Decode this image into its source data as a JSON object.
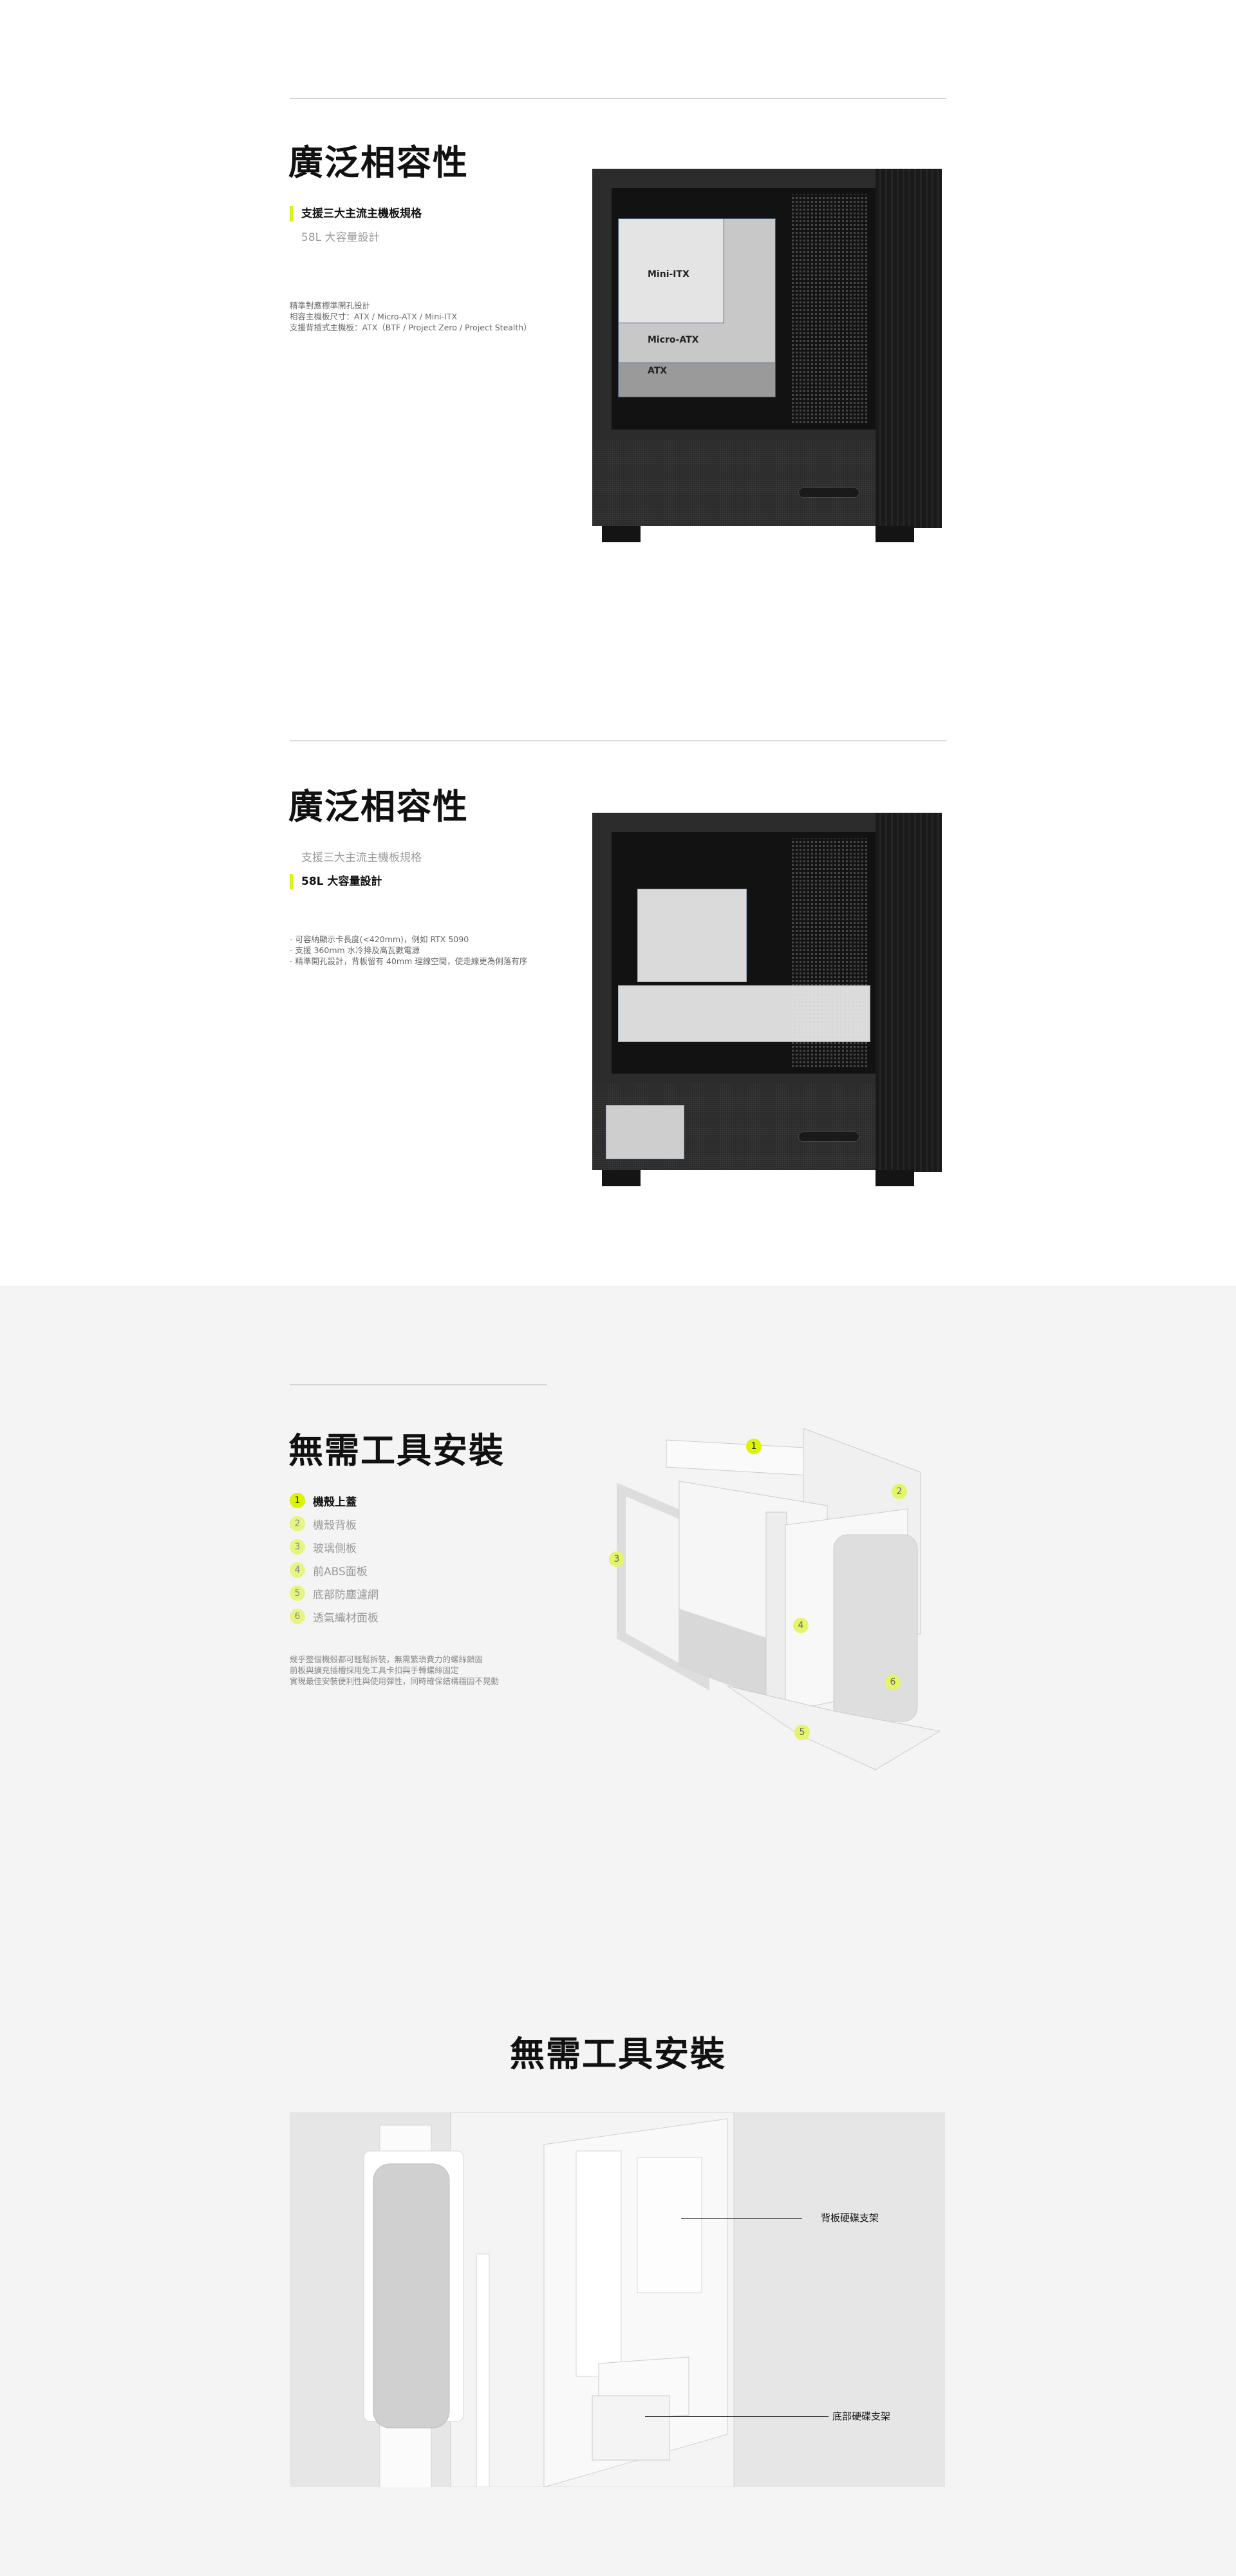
{
  "section1": {
    "title": "廣泛相容性",
    "tabs": [
      {
        "label": "支援三大主流主機板規格",
        "active": true
      },
      {
        "label": "58L 大容量設計",
        "active": false
      }
    ],
    "body": [
      "精準對應標準開孔設計",
      "相容主機板尺寸：ATX / Micro-ATX / Mini-ITX",
      "支援背插式主機板：ATX（BTF / Project Zero / Project Stealth）"
    ],
    "board_labels": [
      "Mini-ITX",
      "Micro-ATX",
      "ATX"
    ]
  },
  "section2": {
    "title": "廣泛相容性",
    "tabs": [
      {
        "label": "支援三大主流主機板規格",
        "active": false
      },
      {
        "label": "58L 大容量設計",
        "active": true
      }
    ],
    "body": [
      "- 可容納顯示卡長度(<420mm)，例如 RTX 5090",
      "- 支援 360mm 水冷排及高瓦數電源",
      "- 精準開孔設計，背板留有 40mm 理線空間，使走線更為俐落有序"
    ]
  },
  "section3": {
    "title": "無需工具安裝",
    "items": [
      {
        "num": "1",
        "label": "機殼上蓋",
        "active": true
      },
      {
        "num": "2",
        "label": "機殼背板",
        "active": false
      },
      {
        "num": "3",
        "label": "玻璃側板",
        "active": false
      },
      {
        "num": "4",
        "label": "前ABS面板",
        "active": false
      },
      {
        "num": "5",
        "label": "底部防塵濾網",
        "active": false
      },
      {
        "num": "6",
        "label": "透氣織材面板",
        "active": false
      }
    ],
    "body": [
      "幾乎整個機殼都可輕鬆拆裝，無需繁瑣費力的螺絲鎖固",
      "前板與擴充插槽採用免工具卡扣與手轉螺絲固定",
      "實現最佳安裝便利性與使用彈性，同時確保結構穩固不晃動"
    ]
  },
  "section4": {
    "title": "無需工具安裝",
    "callouts": [
      "背板硬碟支架",
      "底部硬碟支架"
    ]
  },
  "colors": {
    "accent": "#dcf400",
    "gray_bg": "#f4f4f4"
  }
}
